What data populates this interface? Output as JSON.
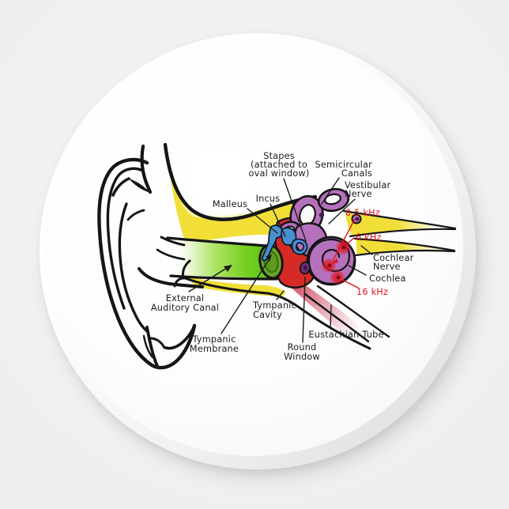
{
  "scene": {
    "product": "round magnet",
    "background_color": "#f0f0f1",
    "disc_color": "#fcfcfd"
  },
  "diagram": {
    "labels": {
      "malleus": "Malleus",
      "incus": "Incus",
      "stapes": [
        "Stapes",
        "(attached to",
        "oval window)"
      ],
      "semicircular_canals": [
        "Semicircular",
        "Canals"
      ],
      "vestibular_nerve": [
        "Vestibular",
        "Nerve"
      ],
      "cochlear_nerve": [
        "Cochlear",
        "Nerve"
      ],
      "cochlea": "Cochlea",
      "external_auditory_canal": [
        "External",
        "Auditory Canal"
      ],
      "tympanic_cavity": [
        "Tympanic",
        "Cavity"
      ],
      "tympanic_membrane": [
        "Tympanic",
        "Membrane"
      ],
      "round_window": [
        "Round",
        "Window"
      ],
      "eustachian_tube": "Eustachian Tube"
    },
    "frequency_markers": [
      "0.5 kHz",
      "6 kHz",
      "16 kHz"
    ],
    "colors": {
      "label_text": "#1c1c1c",
      "frequency_text": "#e0161f",
      "outline_black": "#151515",
      "bone_yellow": "#f1df38",
      "bone_yellow_pale": "#f7f2ae",
      "canal_green": "#5cc312",
      "membrane_green": "#68a622",
      "cavity_red": "#d62a26",
      "ossicle_blue": "#4a8fd2",
      "labyrinth_purple": "#b671bd",
      "round_window_purple": "#6e3179",
      "eustachian_pink": "#d3485e"
    }
  }
}
